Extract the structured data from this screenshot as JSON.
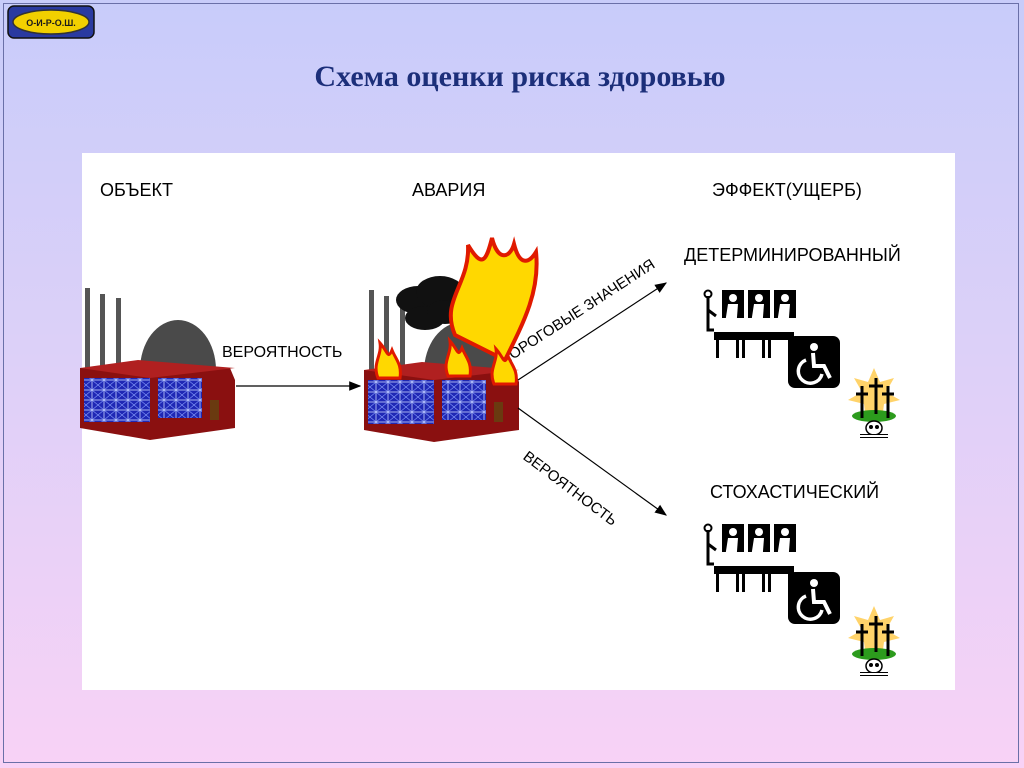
{
  "slide": {
    "logo_text": "О-И-Р-О.Ш.",
    "title": "Схема оценки риска здоровью"
  },
  "diagram": {
    "headers": {
      "object": "ОБЪЕКТ",
      "accident": "АВАРИЯ",
      "effect": "ЭФФЕКТ(УЩЕРБ)"
    },
    "arrow_labels": {
      "probability_1": "ВЕРОЯТНОСТЬ",
      "threshold": "ПОРОГОВЫЕ ЗНАЧЕНИЯ",
      "probability_2": "ВЕРОЯТНОСТЬ"
    },
    "outcomes": {
      "deterministic": "ДЕТЕРМИНИРОВАННЫЙ",
      "stochastic": "СТОХАСТИЧЕСКИЙ"
    },
    "colors": {
      "title": "#1c2f7a",
      "factory_wall": "#8a1010",
      "window": "#1f28b5",
      "fire": "#ffd800",
      "fire_edge": "#e01a00"
    }
  }
}
